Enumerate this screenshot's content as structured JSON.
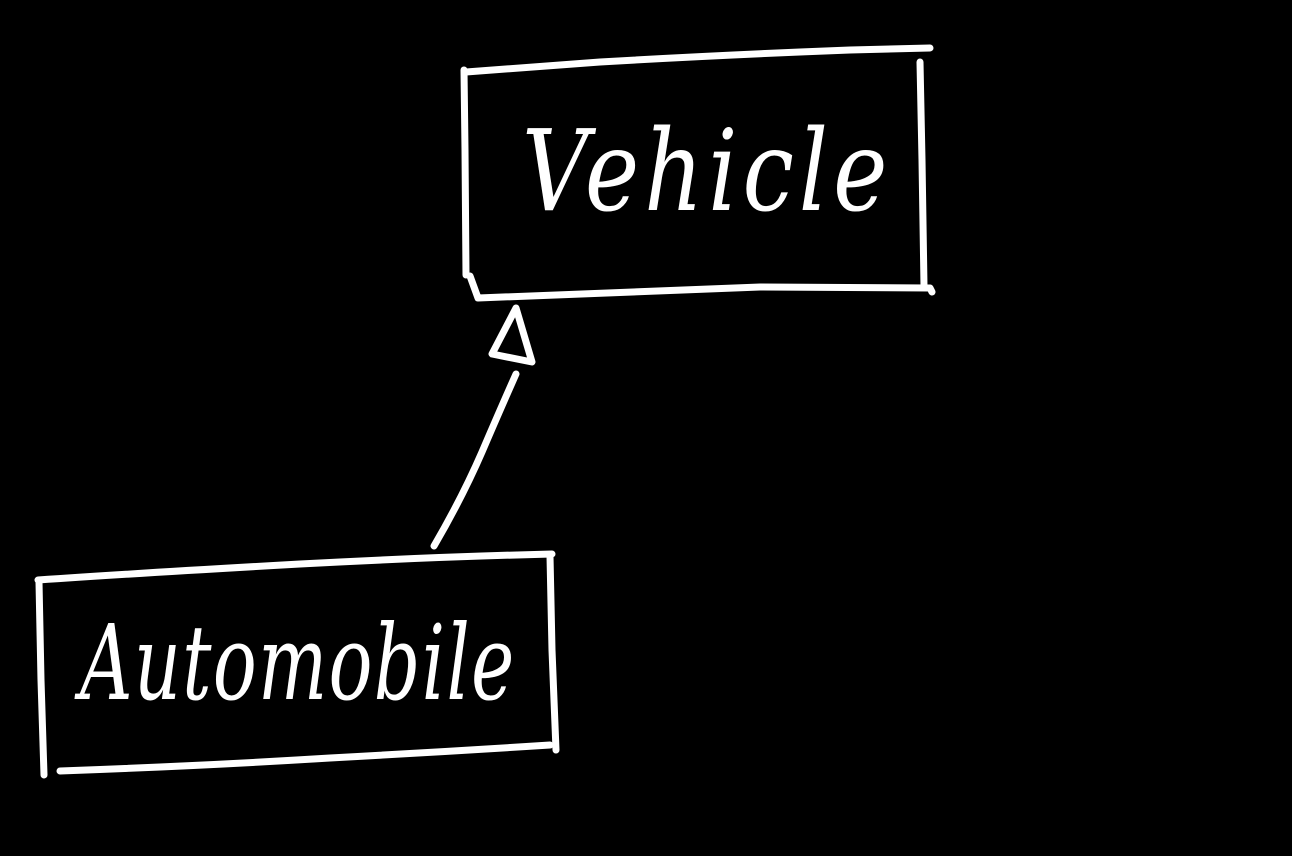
{
  "diagram": {
    "type": "uml-class-generalization",
    "classes": [
      {
        "id": "vehicle",
        "name": "Vehicle"
      },
      {
        "id": "automobile",
        "name": "Automobile"
      }
    ],
    "relationships": [
      {
        "type": "generalization",
        "from": "automobile",
        "to": "vehicle",
        "arrowhead": "hollow-triangle"
      }
    ]
  },
  "colors": {
    "background": "#000000",
    "stroke": "#ffffff"
  }
}
